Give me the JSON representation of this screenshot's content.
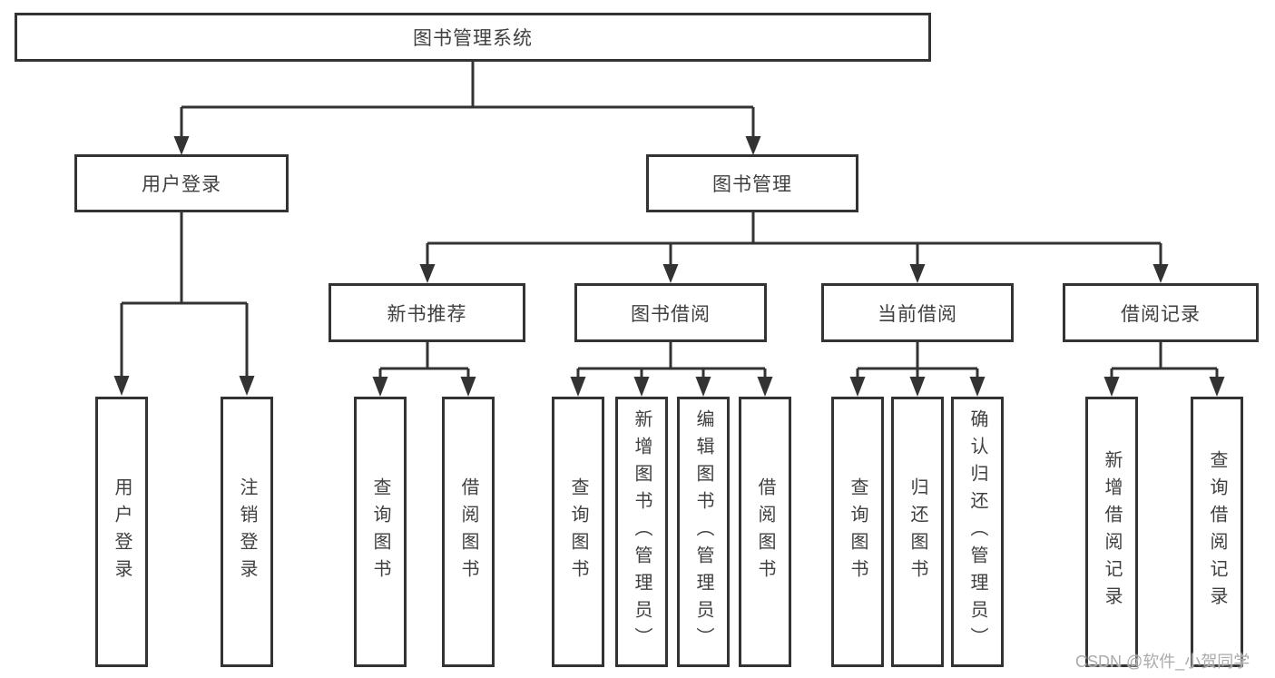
{
  "tree": {
    "label": "图书管理系统",
    "children": [
      {
        "label": "用户登录",
        "children": [
          {
            "label": "用户登录"
          },
          {
            "label": "注销登录"
          }
        ]
      },
      {
        "label": "图书管理",
        "children": [
          {
            "label": "新书推荐",
            "children": [
              {
                "label": "查询图书"
              },
              {
                "label": "借阅图书"
              }
            ]
          },
          {
            "label": "图书借阅",
            "children": [
              {
                "label": "查询图书"
              },
              {
                "label": "新增图书（管理员）"
              },
              {
                "label": "编辑图书（管理员）"
              },
              {
                "label": "借阅图书"
              }
            ]
          },
          {
            "label": "当前借阅",
            "children": [
              {
                "label": "查询图书"
              },
              {
                "label": "归还图书"
              },
              {
                "label": "确认归还（管理员）"
              }
            ]
          },
          {
            "label": "借阅记录",
            "children": [
              {
                "label": "新增借阅记录"
              },
              {
                "label": "查询借阅记录"
              }
            ]
          }
        ]
      }
    ]
  },
  "watermark": {
    "text": "CSDN @软件_小贺同学"
  },
  "colors": {
    "line": "#333333",
    "box_border": "#333333",
    "text": "#404040",
    "background": "#ffffff",
    "watermark": "#ababab"
  }
}
